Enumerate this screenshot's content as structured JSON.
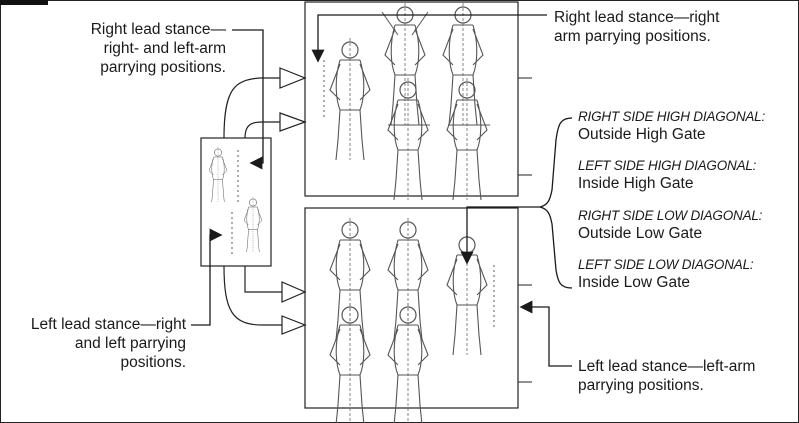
{
  "labels": {
    "top_left": [
      "Right lead stance—",
      "right- and left-arm",
      "parrying positions."
    ],
    "top_right": [
      "Right lead stance—right",
      "arm parrying positions."
    ],
    "bottom_left": [
      "Left lead stance—right",
      "and left parrying",
      "positions."
    ],
    "bottom_right": [
      "Left lead stance—left-arm",
      "parrying positions."
    ]
  },
  "gates": [
    {
      "title": "RIGHT SIDE HIGH DIAGONAL:",
      "name": "Outside High Gate"
    },
    {
      "title": "LEFT SIDE HIGH DIAGONAL:",
      "name": "Inside High Gate"
    },
    {
      "title": "RIGHT SIDE LOW DIAGONAL:",
      "name": "Outside Low Gate"
    },
    {
      "title": "LEFT SIDE LOW DIAGONAL:",
      "name": "Inside Low Gate"
    }
  ],
  "colors": {
    "line": "#1a1a1a",
    "figure": "#555555"
  }
}
